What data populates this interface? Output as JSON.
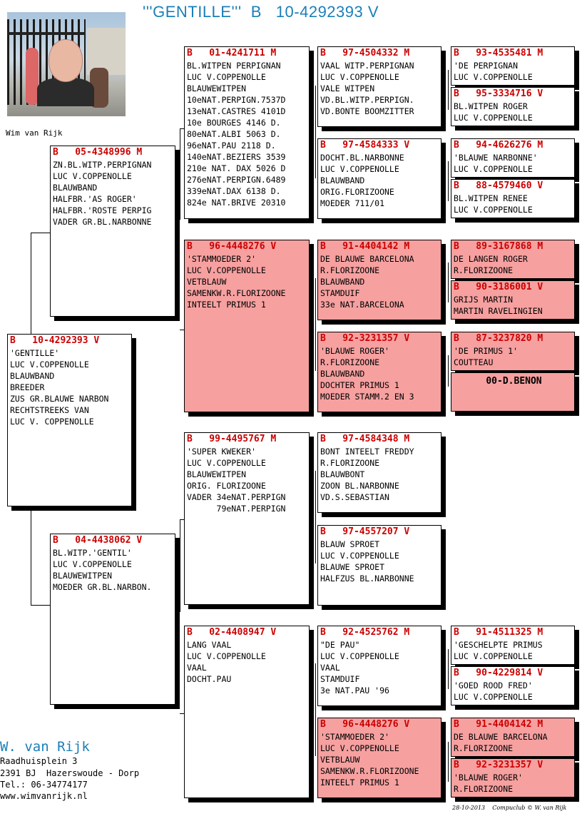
{
  "title": "'''GENTILLE'''  B   10-4292393 V",
  "owner_caption": "Wim van Rijk",
  "footer": {
    "name": "W. van Rijk",
    "address": "Raadhuisplein 3",
    "city": "2391 BJ  Hazerswoude - Dorp",
    "phone": "Tel.: 06-34774177",
    "web": "www.wimvanrijk.nl"
  },
  "print_info": "28-10-2013    Compuclub © W. van Rijk",
  "cards": {
    "subject": {
      "header": "B   10-4292393 V",
      "lines": [
        "'GENTILLE'",
        "LUC V.COPPENOLLE",
        "BLAUWBAND",
        "BREEDER",
        "ZUS GR.BLAUWE NARBON",
        "RECHTSTREEKS VAN",
        "LUC V. COPPENOLLE"
      ]
    },
    "sire": {
      "header": "B   05-4348996 M",
      "lines": [
        "ZN.BL.WITP.PERPIGNAN",
        "LUC V.COPPENOLLE",
        "BLAUWBAND",
        "HALFBR.'AS ROGER'",
        "HALFBR.'ROSTE PERPIG",
        "VADER GR.BL.NARBONNE"
      ]
    },
    "dam": {
      "header": "B   04-4438062 V",
      "lines": [
        "BL.WITP.'GENTIL'",
        "LUC V.COPPENOLLE",
        "BLAUWEWITPEN",
        "MOEDER GR.BL.NARBON."
      ]
    },
    "ss": {
      "header": "B   01-4241711 M",
      "lines": [
        "BL.WITPEN PERPIGNAN",
        "LUC V.COPPENOLLE",
        "BLAUWEWITPEN",
        "10eNAT.PERPIGN.7537D",
        "13eNAT.CASTRES 4101D",
        "10e BOURGES 4146 D.",
        "80eNAT.ALBI 5063 D.",
        "96eNAT.PAU 2118 D.",
        "140eNAT.BEZIERS 3539",
        "210e NAT. DAX 5026 D",
        "276eNAT.PERPIGN.6489",
        "339eNAT.DAX 6138 D.",
        "824e NAT.BRIVE 20310"
      ]
    },
    "sd": {
      "header": "B   96-4448276 V",
      "lines": [
        "'STAMMOEDER 2'",
        "LUC V.COPPENOLLE",
        "VETBLAUW",
        "SAMENKW.R.FLORIZOONE",
        "INTEELT PRIMUS 1"
      ]
    },
    "ds": {
      "header": "B   99-4495767 M",
      "lines": [
        "'SUPER KWEKER'",
        "LUC V.COPPENOLLE",
        "BLAUWEWITPEN",
        "ORIG. FLORIZOONE",
        "VADER 34eNAT.PERPIGN",
        "      79eNAT.PERPIGN"
      ]
    },
    "dd": {
      "header": "B   02-4408947 V",
      "lines": [
        "LANG VAAL",
        "LUC V.COPPENOLLE",
        "VAAL",
        "DOCHT.PAU"
      ]
    },
    "sss": {
      "header": "B   97-4504332 M",
      "lines": [
        "VAAL WITP.PERPIGNAN",
        "LUC V.COPPENOLLE",
        "VALE WITPEN",
        "VD.BL.WITP.PERPIGN.",
        "VD.BONTE BOOMZITTER"
      ]
    },
    "ssd": {
      "header": "B   97-4584333 V",
      "lines": [
        "DOCHT.BL.NARBONNE",
        "LUC V.COPPENOLLE",
        "BLAUWBAND",
        "ORIG.FLORIZOONE",
        "MOEDER 711/01"
      ]
    },
    "sds": {
      "header": "B   91-4404142 M",
      "lines": [
        "DE BLAUWE BARCELONA",
        "R.FLORIZOONE",
        "BLAUWBAND",
        "STAMDUIF",
        "33e NAT.BARCELONA"
      ]
    },
    "sdd": {
      "header": "B   92-3231357 V",
      "lines": [
        "'BLAUWE ROGER'",
        "R.FLORIZOONE",
        "BLAUWBAND",
        "DOCHTER PRIMUS 1",
        "MOEDER STAMM.2 EN 3"
      ]
    },
    "dss": {
      "header": "B   97-4584348 M",
      "lines": [
        "BONT INTEELT FREDDY",
        "R.FLORIZOONE",
        "BLAUWBONT",
        "ZOON BL.NARBONNE",
        "VD.S.SEBASTIAN"
      ]
    },
    "dsd": {
      "header": "B   97-4557207 V",
      "lines": [
        "BLAUW SPROET",
        "LUC V.COPPENOLLE",
        "BLAUWE SPROET",
        "HALFZUS BL.NARBONNE"
      ]
    },
    "dds": {
      "header": "B   92-4525762 M",
      "lines": [
        "\"DE PAU\"",
        "LUC V.COPPENOLLE",
        "VAAL",
        "STAMDUIF",
        "3e NAT.PAU '96"
      ]
    },
    "ddd": {
      "header": "B   96-4448276 V",
      "lines": [
        "'STAMMOEDER 2'",
        "LUC V.COPPENOLLE",
        "VETBLAUW",
        "SAMENKW.R.FLORIZOONE",
        "INTEELT PRIMUS 1"
      ]
    },
    "ssss": {
      "header": "B   93-4535481 M",
      "lines": [
        "'DE PERPIGNAN",
        "LUC V.COPPENOLLE"
      ]
    },
    "sssd": {
      "header": "B   95-3334716 V",
      "lines": [
        "BL.WITPEN ROGER",
        "LUC V.COPPENOLLE"
      ]
    },
    "ssds": {
      "header": "B   94-4626276 M",
      "lines": [
        "'BLAUWE NARBONNE'",
        "LUC V.COPPENOLLE"
      ]
    },
    "ssdd": {
      "header": "B   88-4579460 V",
      "lines": [
        "BL.WITPEN RENEE",
        "LUC V.COPPENOLLE"
      ]
    },
    "sdss": {
      "header": "B   89-3167868 M",
      "lines": [
        "DE LANGEN ROGER",
        "R.FLORIZOONE"
      ]
    },
    "sdsd": {
      "header": "B   90-3186001 V",
      "lines": [
        "GRIJS MARTIN",
        "MARTIN RAVELINGIEN"
      ]
    },
    "sdds": {
      "header": "B   87-3237820 M",
      "lines": [
        "'DE PRIMUS 1'",
        "COUTTEAU"
      ]
    },
    "sddd": {
      "header": "",
      "lines": [],
      "center": "00-D.BENON"
    },
    "ddss": {
      "header": "B   91-4511325 M",
      "lines": [
        "'GESCHELPTE PRIMUS",
        "LUC V.COPPENOLLE"
      ]
    },
    "ddsd": {
      "header": "B   90-4229814 V",
      "lines": [
        "'GOED ROOD FRED'",
        "LUC V.COPPENOLLE"
      ]
    },
    "ddds": {
      "header": "B   91-4404142 M",
      "lines": [
        "DE BLAUWE BARCELONA",
        "R.FLORIZOONE"
      ]
    },
    "dddd": {
      "header": "B   92-3231357 V",
      "lines": [
        "'BLAUWE ROGER'",
        "R.FLORIZOONE"
      ]
    }
  },
  "colors": {
    "title": "#1b7fb8",
    "header_red": "#cc0000",
    "pink": "#f6a0a0"
  }
}
